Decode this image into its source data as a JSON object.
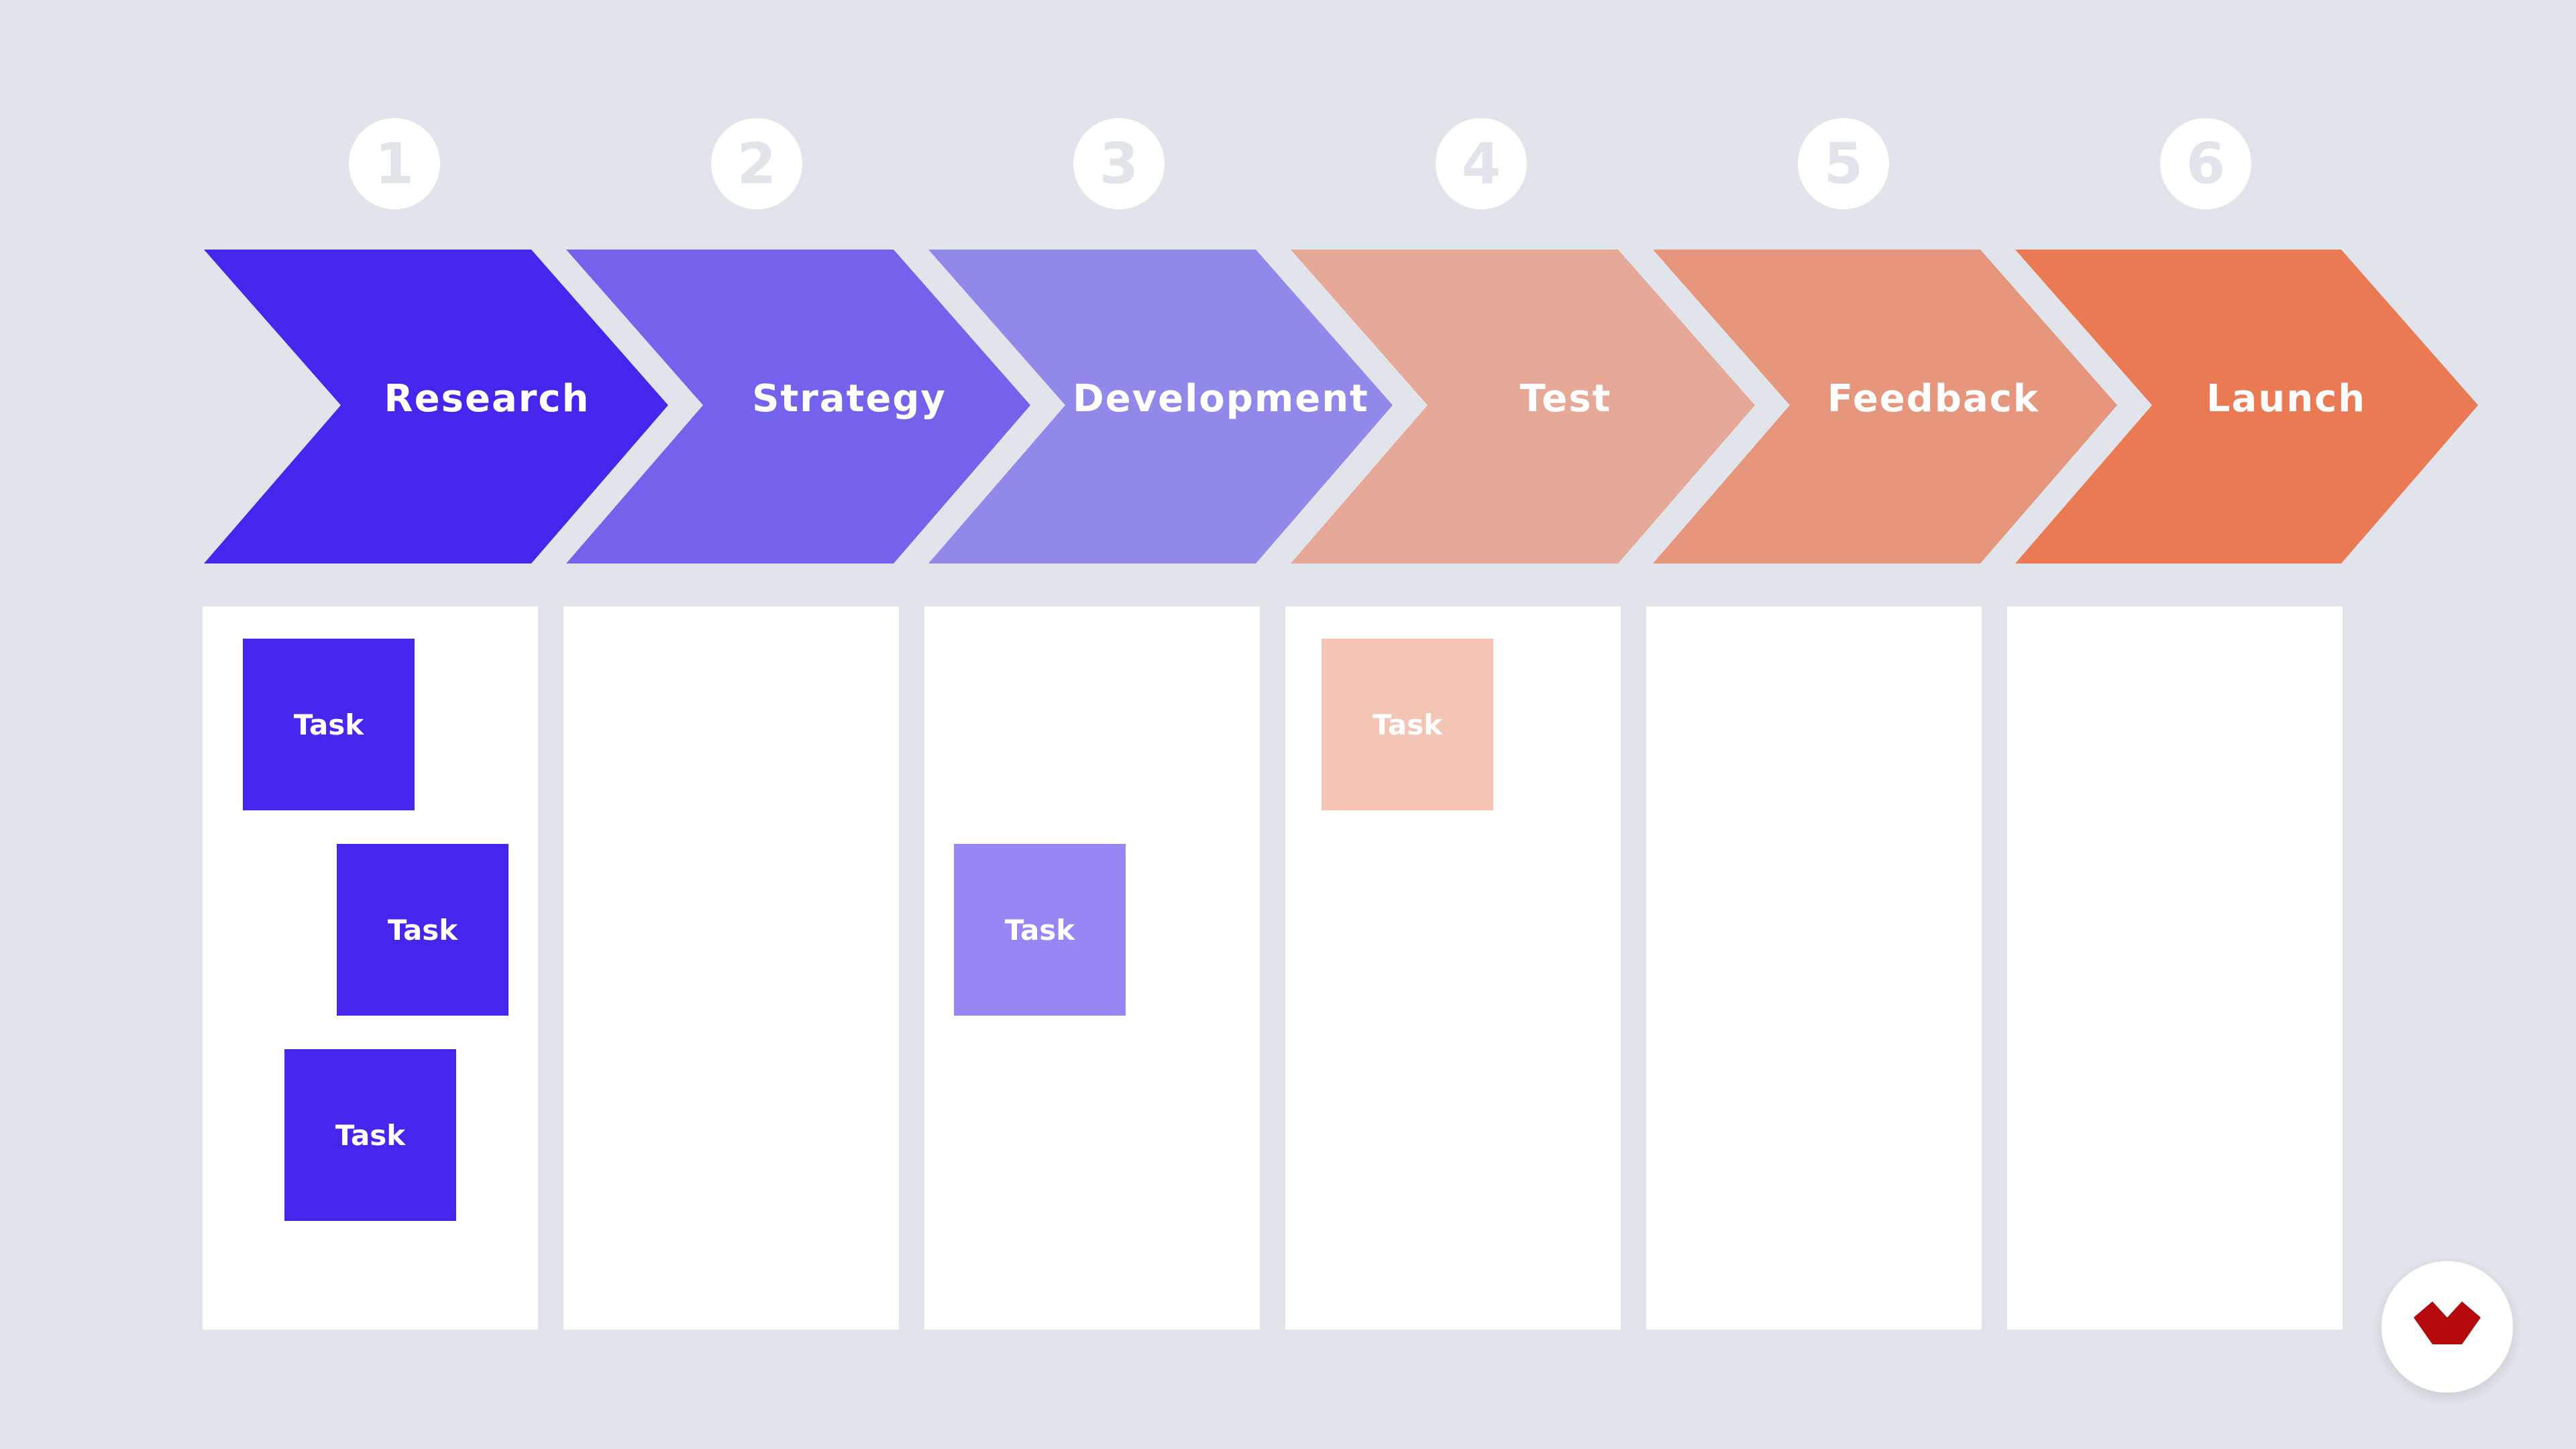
{
  "steps": [
    {
      "number": "1",
      "label": "Research",
      "color": "#4526ec"
    },
    {
      "number": "2",
      "label": "Strategy",
      "color": "#7362eb"
    },
    {
      "number": "3",
      "label": "Development",
      "color": "#9189ea"
    },
    {
      "number": "4",
      "label": "Test",
      "color": "#e6a897"
    },
    {
      "number": "5",
      "label": "Feedback",
      "color": "#e6967d"
    },
    {
      "number": "6",
      "label": "Launch",
      "color": "#e97a53"
    }
  ],
  "tasks": [
    {
      "label": "Task",
      "step": "Research",
      "color": "#4526ec"
    },
    {
      "label": "Task",
      "step": "Research",
      "color": "#4526ec"
    },
    {
      "label": "Task",
      "step": "Research",
      "color": "#4526ec"
    },
    {
      "label": "Task",
      "step": "Development",
      "color": "#9787f4"
    },
    {
      "label": "Task",
      "step": "Test",
      "color": "#f4c4b4"
    }
  ],
  "colors": {
    "background": "#e1e4ea",
    "column": "#ffffff",
    "logo": "#b5090c"
  },
  "icons": {
    "logo": "brand-logo-icon"
  }
}
